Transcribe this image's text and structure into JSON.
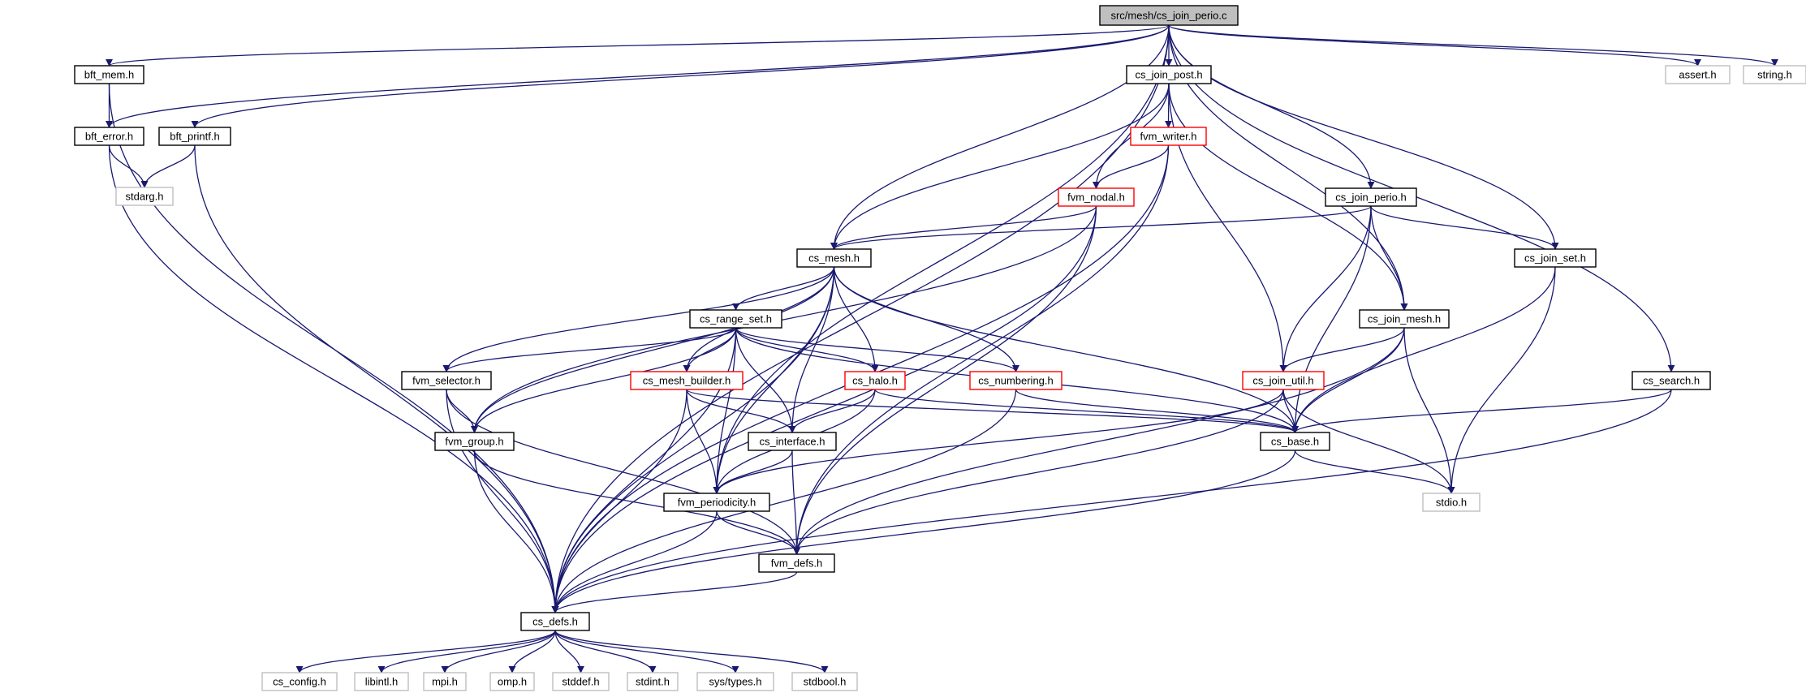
{
  "diagram": {
    "type": "include-dependency-graph",
    "edge_color": "#191970",
    "node_styles": {
      "root": {
        "fill": "#bfbfbf",
        "stroke": "#000000"
      },
      "normal": {
        "fill": "#ffffff",
        "stroke": "#000000"
      },
      "truncated": {
        "fill": "#ffffff",
        "stroke": "#ff0000"
      },
      "external": {
        "fill": "#ffffff",
        "stroke": "#bfbfbf"
      }
    },
    "nodes": [
      {
        "id": "root",
        "label": "src/mesh/cs_join_perio.c",
        "style": "root"
      },
      {
        "id": "bft_mem",
        "label": "bft_mem.h",
        "style": "normal"
      },
      {
        "id": "bft_error",
        "label": "bft_error.h",
        "style": "normal"
      },
      {
        "id": "bft_printf",
        "label": "bft_printf.h",
        "style": "normal"
      },
      {
        "id": "stdarg",
        "label": "stdarg.h",
        "style": "external"
      },
      {
        "id": "cs_join_post",
        "label": "cs_join_post.h",
        "style": "normal"
      },
      {
        "id": "fvm_writer",
        "label": "fvm_writer.h",
        "style": "truncated"
      },
      {
        "id": "fvm_nodal",
        "label": "fvm_nodal.h",
        "style": "truncated"
      },
      {
        "id": "cs_join_perio",
        "label": "cs_join_perio.h",
        "style": "normal"
      },
      {
        "id": "cs_join_set",
        "label": "cs_join_set.h",
        "style": "normal"
      },
      {
        "id": "cs_join_mesh",
        "label": "cs_join_mesh.h",
        "style": "normal"
      },
      {
        "id": "cs_mesh",
        "label": "cs_mesh.h",
        "style": "normal"
      },
      {
        "id": "cs_range_set",
        "label": "cs_range_set.h",
        "style": "normal"
      },
      {
        "id": "fvm_selector",
        "label": "fvm_selector.h",
        "style": "normal"
      },
      {
        "id": "cs_mesh_builder",
        "label": "cs_mesh_builder.h",
        "style": "truncated"
      },
      {
        "id": "cs_halo",
        "label": "cs_halo.h",
        "style": "truncated"
      },
      {
        "id": "cs_numbering",
        "label": "cs_numbering.h",
        "style": "truncated"
      },
      {
        "id": "cs_join_util",
        "label": "cs_join_util.h",
        "style": "truncated"
      },
      {
        "id": "cs_search",
        "label": "cs_search.h",
        "style": "normal"
      },
      {
        "id": "fvm_group",
        "label": "fvm_group.h",
        "style": "normal"
      },
      {
        "id": "cs_interface",
        "label": "cs_interface.h",
        "style": "normal"
      },
      {
        "id": "cs_base",
        "label": "cs_base.h",
        "style": "normal"
      },
      {
        "id": "fvm_periodicity",
        "label": "fvm_periodicity.h",
        "style": "normal"
      },
      {
        "id": "stdio",
        "label": "stdio.h",
        "style": "external"
      },
      {
        "id": "fvm_defs",
        "label": "fvm_defs.h",
        "style": "normal"
      },
      {
        "id": "cs_defs",
        "label": "cs_defs.h",
        "style": "normal"
      },
      {
        "id": "assert",
        "label": "assert.h",
        "style": "external"
      },
      {
        "id": "string",
        "label": "string.h",
        "style": "external"
      },
      {
        "id": "cs_config",
        "label": "cs_config.h",
        "style": "external"
      },
      {
        "id": "libintl",
        "label": "libintl.h",
        "style": "external"
      },
      {
        "id": "mpi",
        "label": "mpi.h",
        "style": "external"
      },
      {
        "id": "omp",
        "label": "omp.h",
        "style": "external"
      },
      {
        "id": "stddef",
        "label": "stddef.h",
        "style": "external"
      },
      {
        "id": "stdint",
        "label": "stdint.h",
        "style": "external"
      },
      {
        "id": "sys_types",
        "label": "sys/types.h",
        "style": "external"
      },
      {
        "id": "stdbool",
        "label": "stdbool.h",
        "style": "external"
      }
    ],
    "edges": [
      [
        "root",
        "bft_mem"
      ],
      [
        "root",
        "bft_error"
      ],
      [
        "root",
        "bft_printf"
      ],
      [
        "root",
        "cs_join_post"
      ],
      [
        "root",
        "cs_join_perio"
      ],
      [
        "root",
        "cs_join_set"
      ],
      [
        "root",
        "cs_join_mesh"
      ],
      [
        "root",
        "cs_mesh"
      ],
      [
        "root",
        "cs_search"
      ],
      [
        "root",
        "fvm_periodicity"
      ],
      [
        "root",
        "cs_defs"
      ],
      [
        "root",
        "assert"
      ],
      [
        "root",
        "string"
      ],
      [
        "bft_mem",
        "bft_error"
      ],
      [
        "bft_mem",
        "cs_defs"
      ],
      [
        "bft_error",
        "stdarg"
      ],
      [
        "bft_error",
        "cs_defs"
      ],
      [
        "bft_printf",
        "stdarg"
      ],
      [
        "bft_printf",
        "cs_defs"
      ],
      [
        "cs_join_post",
        "fvm_writer"
      ],
      [
        "cs_join_post",
        "fvm_nodal"
      ],
      [
        "cs_join_post",
        "cs_mesh"
      ],
      [
        "cs_join_post",
        "cs_join_util"
      ],
      [
        "cs_join_post",
        "cs_join_mesh"
      ],
      [
        "fvm_writer",
        "fvm_nodal"
      ],
      [
        "fvm_writer",
        "fvm_defs"
      ],
      [
        "fvm_writer",
        "cs_defs"
      ],
      [
        "fvm_nodal",
        "cs_mesh"
      ],
      [
        "fvm_nodal",
        "fvm_group"
      ],
      [
        "fvm_nodal",
        "fvm_defs"
      ],
      [
        "fvm_nodal",
        "cs_defs"
      ],
      [
        "cs_join_perio",
        "cs_mesh"
      ],
      [
        "cs_join_perio",
        "cs_join_set"
      ],
      [
        "cs_join_perio",
        "cs_join_mesh"
      ],
      [
        "cs_join_perio",
        "cs_join_util"
      ],
      [
        "cs_join_perio",
        "cs_base"
      ],
      [
        "cs_join_set",
        "cs_base"
      ],
      [
        "cs_join_set",
        "stdio"
      ],
      [
        "cs_join_mesh",
        "cs_join_util"
      ],
      [
        "cs_join_mesh",
        "cs_base"
      ],
      [
        "cs_join_mesh",
        "stdio"
      ],
      [
        "cs_join_mesh",
        "fvm_defs"
      ],
      [
        "cs_mesh",
        "cs_range_set"
      ],
      [
        "cs_mesh",
        "fvm_selector"
      ],
      [
        "cs_mesh",
        "cs_mesh_builder"
      ],
      [
        "cs_mesh",
        "cs_halo"
      ],
      [
        "cs_mesh",
        "cs_numbering"
      ],
      [
        "cs_mesh",
        "fvm_group"
      ],
      [
        "cs_mesh",
        "cs_interface"
      ],
      [
        "cs_mesh",
        "cs_base"
      ],
      [
        "cs_mesh",
        "fvm_periodicity"
      ],
      [
        "cs_mesh",
        "cs_defs"
      ],
      [
        "cs_range_set",
        "fvm_selector"
      ],
      [
        "cs_range_set",
        "cs_mesh_builder"
      ],
      [
        "cs_range_set",
        "cs_halo"
      ],
      [
        "cs_range_set",
        "cs_numbering"
      ],
      [
        "cs_range_set",
        "fvm_group"
      ],
      [
        "cs_range_set",
        "cs_interface"
      ],
      [
        "cs_range_set",
        "cs_base"
      ],
      [
        "cs_range_set",
        "fvm_periodicity"
      ],
      [
        "cs_range_set",
        "cs_defs"
      ],
      [
        "fvm_selector",
        "fvm_group"
      ],
      [
        "fvm_selector",
        "fvm_defs"
      ],
      [
        "fvm_selector",
        "cs_defs"
      ],
      [
        "cs_mesh_builder",
        "cs_interface"
      ],
      [
        "cs_mesh_builder",
        "fvm_periodicity"
      ],
      [
        "cs_mesh_builder",
        "cs_base"
      ],
      [
        "cs_mesh_builder",
        "cs_defs"
      ],
      [
        "cs_halo",
        "cs_interface"
      ],
      [
        "cs_halo",
        "fvm_periodicity"
      ],
      [
        "cs_halo",
        "cs_base"
      ],
      [
        "cs_numbering",
        "cs_base"
      ],
      [
        "cs_numbering",
        "cs_defs"
      ],
      [
        "cs_join_util",
        "fvm_periodicity"
      ],
      [
        "cs_join_util",
        "cs_base"
      ],
      [
        "cs_join_util",
        "stdio"
      ],
      [
        "cs_join_util",
        "fvm_defs"
      ],
      [
        "cs_search",
        "cs_base"
      ],
      [
        "cs_search",
        "cs_defs"
      ],
      [
        "fvm_group",
        "fvm_defs"
      ],
      [
        "fvm_group",
        "cs_defs"
      ],
      [
        "cs_interface",
        "fvm_periodicity"
      ],
      [
        "cs_interface",
        "fvm_defs"
      ],
      [
        "cs_base",
        "stdio"
      ],
      [
        "cs_base",
        "cs_defs"
      ],
      [
        "fvm_periodicity",
        "fvm_defs"
      ],
      [
        "fvm_periodicity",
        "cs_defs"
      ],
      [
        "fvm_defs",
        "cs_defs"
      ],
      [
        "cs_defs",
        "cs_config"
      ],
      [
        "cs_defs",
        "libintl"
      ],
      [
        "cs_defs",
        "mpi"
      ],
      [
        "cs_defs",
        "omp"
      ],
      [
        "cs_defs",
        "stddef"
      ],
      [
        "cs_defs",
        "stdint"
      ],
      [
        "cs_defs",
        "sys_types"
      ],
      [
        "cs_defs",
        "stdbool"
      ]
    ]
  }
}
